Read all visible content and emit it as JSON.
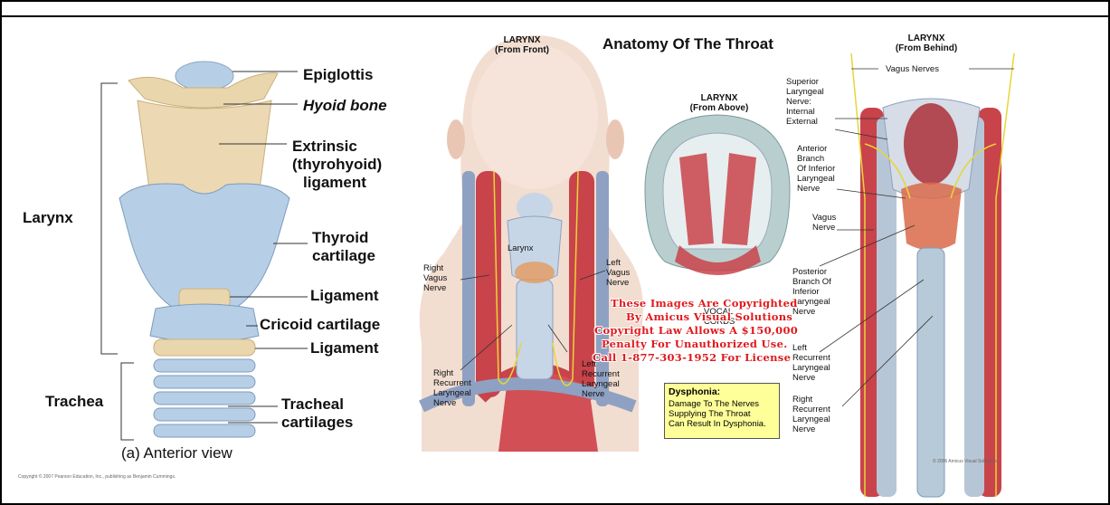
{
  "left_figure": {
    "labels": {
      "epiglottis": "Epiglottis",
      "hyoid": "Hyoid bone",
      "extrinsic_1": "Extrinsic",
      "extrinsic_2": "(thyrohyoid)",
      "extrinsic_3": "ligament",
      "larynx": "Larynx",
      "thyroid_1": "Thyroid",
      "thyroid_2": "cartilage",
      "ligament_1": "Ligament",
      "cricoid": "Cricoid cartilage",
      "ligament_2": "Ligament",
      "trachea": "Trachea",
      "tracheal_1": "Tracheal",
      "tracheal_2": "cartilages"
    },
    "caption": "(a) Anterior view",
    "copyright": "Copyright © 2007 Pearson Education, Inc., publishing as Benjamin Cummings."
  },
  "right_figure": {
    "title": "Anatomy Of The Throat",
    "front": {
      "heading_1": "LARYNX",
      "heading_2": "(From Front)",
      "larynx": "Larynx",
      "right_vagus": [
        "Right",
        "Vagus",
        "Nerve"
      ],
      "left_vagus": [
        "Left",
        "Vagus",
        "Nerve"
      ],
      "right_recurrent": [
        "Right",
        "Recurrent",
        "Laryngeal",
        "Nerve"
      ],
      "left_recurrent": [
        "Left",
        "Recurrent",
        "Laryngeal",
        "Nerve"
      ]
    },
    "above": {
      "heading_1": "LARYNX",
      "heading_2": "(From Above)",
      "vocal_1": "VOCAL",
      "vocal_2": "CORDS"
    },
    "behind": {
      "heading_1": "LARYNX",
      "heading_2": "(From Behind)",
      "vagus_nerves": "Vagus Nerves",
      "superior": [
        "Superior",
        "Laryngeal",
        "Nerve:",
        "Internal",
        "External"
      ],
      "anterior": [
        "Anterior",
        "Branch",
        "Of Inferior",
        "Laryngeal",
        "Nerve"
      ],
      "vagus": [
        "Vagus",
        "Nerve"
      ],
      "posterior": [
        "Posterior",
        "Branch Of",
        "Inferior",
        "Laryngeal",
        "Nerve"
      ],
      "left_recurrent": [
        "Left",
        "Recurrent",
        "Laryngeal",
        "Nerve"
      ],
      "right_recurrent": [
        "Right",
        "Recurrent",
        "Laryngeal",
        "Nerve"
      ]
    },
    "callout": {
      "heading": "Dysphonia:",
      "body": [
        "Damage To The Nerves",
        "Supplying The Throat",
        "Can Result In Dysphonia."
      ]
    },
    "watermark": [
      "These Images Are Copyrighted",
      "By Amicus Visual Solutions",
      "Copyright Law Allows A $150,000",
      "Penalty For Unauthorized Use.",
      "Call 1-877-303-1952 For License"
    ],
    "credit": "© 2006 Amicus Visual Solutions"
  },
  "colors": {
    "cartilage_blue": "#b9d0e6",
    "cartilage_tan": "#ead6ad",
    "muscle_red": "#c9434a",
    "nerve_yellow": "#e8d53a",
    "skin": "#f1d9cc",
    "watermark_red": "#e0191c",
    "callout_yellow": "#ffff99"
  }
}
